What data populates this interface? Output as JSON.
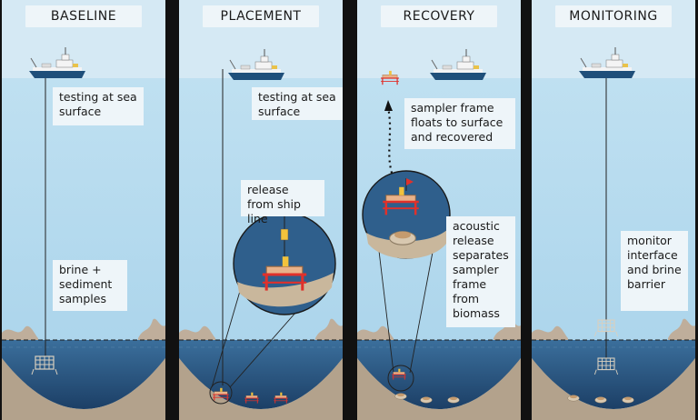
{
  "panels": [
    {
      "title": "BASELINE",
      "notes": [
        "testing at sea surface",
        "brine + sediment samples"
      ]
    },
    {
      "title": "PLACEMENT",
      "notes": [
        "testing at sea surface",
        "release from ship line"
      ]
    },
    {
      "title": "RECOVERY",
      "notes": [
        "sampler frame floats to surface and recovered",
        "acoustic release separates sampler frame from biomass"
      ]
    },
    {
      "title": "MONITORING",
      "notes": [
        "monitor interface and brine barrier"
      ]
    }
  ],
  "colors": {
    "sky": "#d5e9f4",
    "water": "#b7dbee",
    "brine": "#2c5a85",
    "rock": "#bfae9b",
    "hull": "#1f4f7a"
  }
}
